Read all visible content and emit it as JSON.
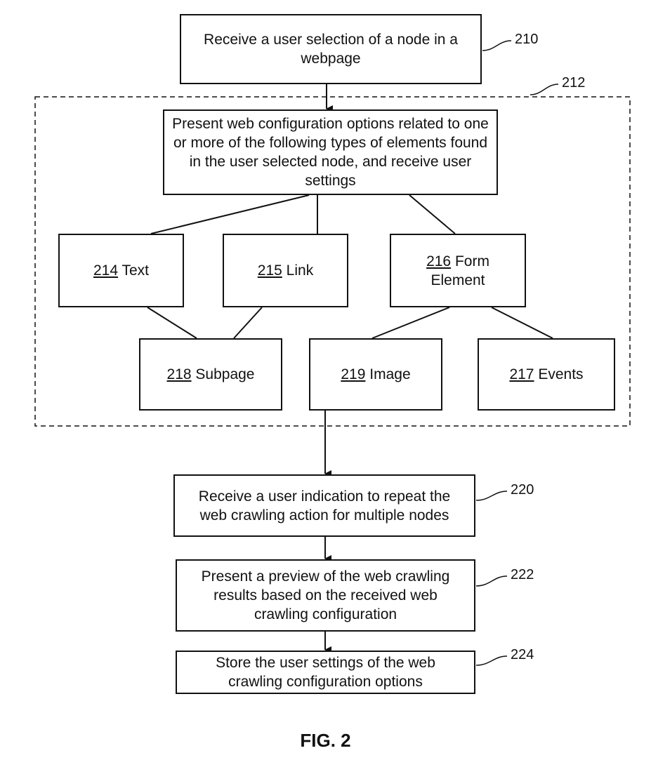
{
  "steps": {
    "s210": {
      "text": "Receive a user selection of a node in a webpage",
      "ref": "210"
    },
    "s212": {
      "ref": "212"
    },
    "present": {
      "text": "Present web configuration options related to one or more of the following types of elements found in the user selected node, and receive user settings"
    },
    "s220": {
      "text": "Receive a user indication to repeat the web crawling action for multiple nodes",
      "ref": "220"
    },
    "s222": {
      "text": "Present a preview of the web crawling results based on the received web crawling configuration",
      "ref": "222"
    },
    "s224": {
      "text": "Store the user settings of the web crawling configuration options",
      "ref": "224"
    }
  },
  "elements": {
    "text": {
      "num": "214",
      "label": " Text"
    },
    "link": {
      "num": "215",
      "label": " Link"
    },
    "form": {
      "num": "216",
      "label": " Form Element"
    },
    "subpage": {
      "num": "218",
      "label": " Subpage"
    },
    "image": {
      "num": "219",
      "label": " Image"
    },
    "events": {
      "num": "217",
      "label": " Events"
    }
  },
  "figure_label": "FIG. 2"
}
